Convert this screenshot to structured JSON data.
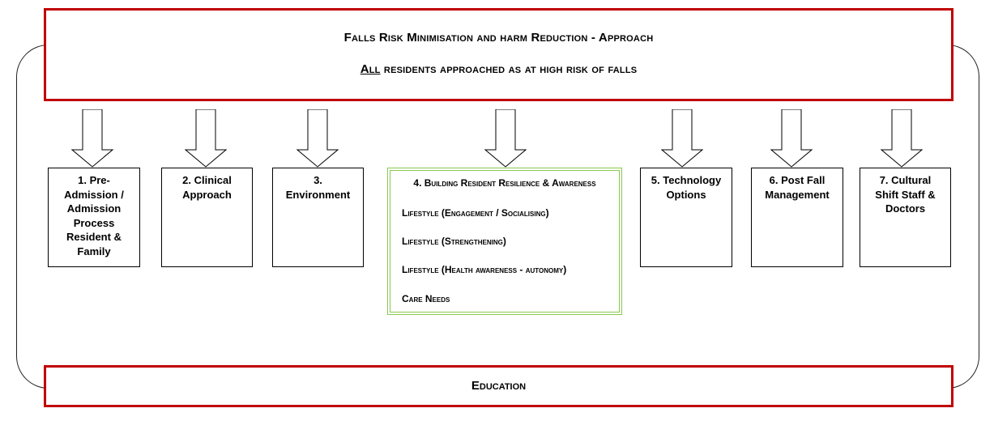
{
  "header": {
    "title": "Falls Risk Minimisation and harm Reduction - Approach",
    "subtitle_underlined": "All",
    "subtitle_rest": " residents approached as at high risk of falls"
  },
  "boxes": [
    {
      "label": "1. Pre-Admission / Admission Process Resident & Family"
    },
    {
      "label": "2. Clinical Approach"
    },
    {
      "label": "3. Environment"
    },
    {
      "label": "5. Technology Options"
    },
    {
      "label": "6. Post Fall Management"
    },
    {
      "label": "7. Cultural Shift Staff & Doctors"
    }
  ],
  "box4": {
    "title": "4. Building Resident Resilience & Awareness",
    "items": [
      "Lifestyle (Engagement / Socialising)",
      "Lifestyle (Strengthening)",
      "Lifestyle (Health awareness - autonomy)",
      "Care Needs"
    ]
  },
  "footer": {
    "label": "Education"
  },
  "colors": {
    "header_border": "#c00000",
    "box4_border": "#8ac850",
    "footer_border": "#c00000"
  }
}
